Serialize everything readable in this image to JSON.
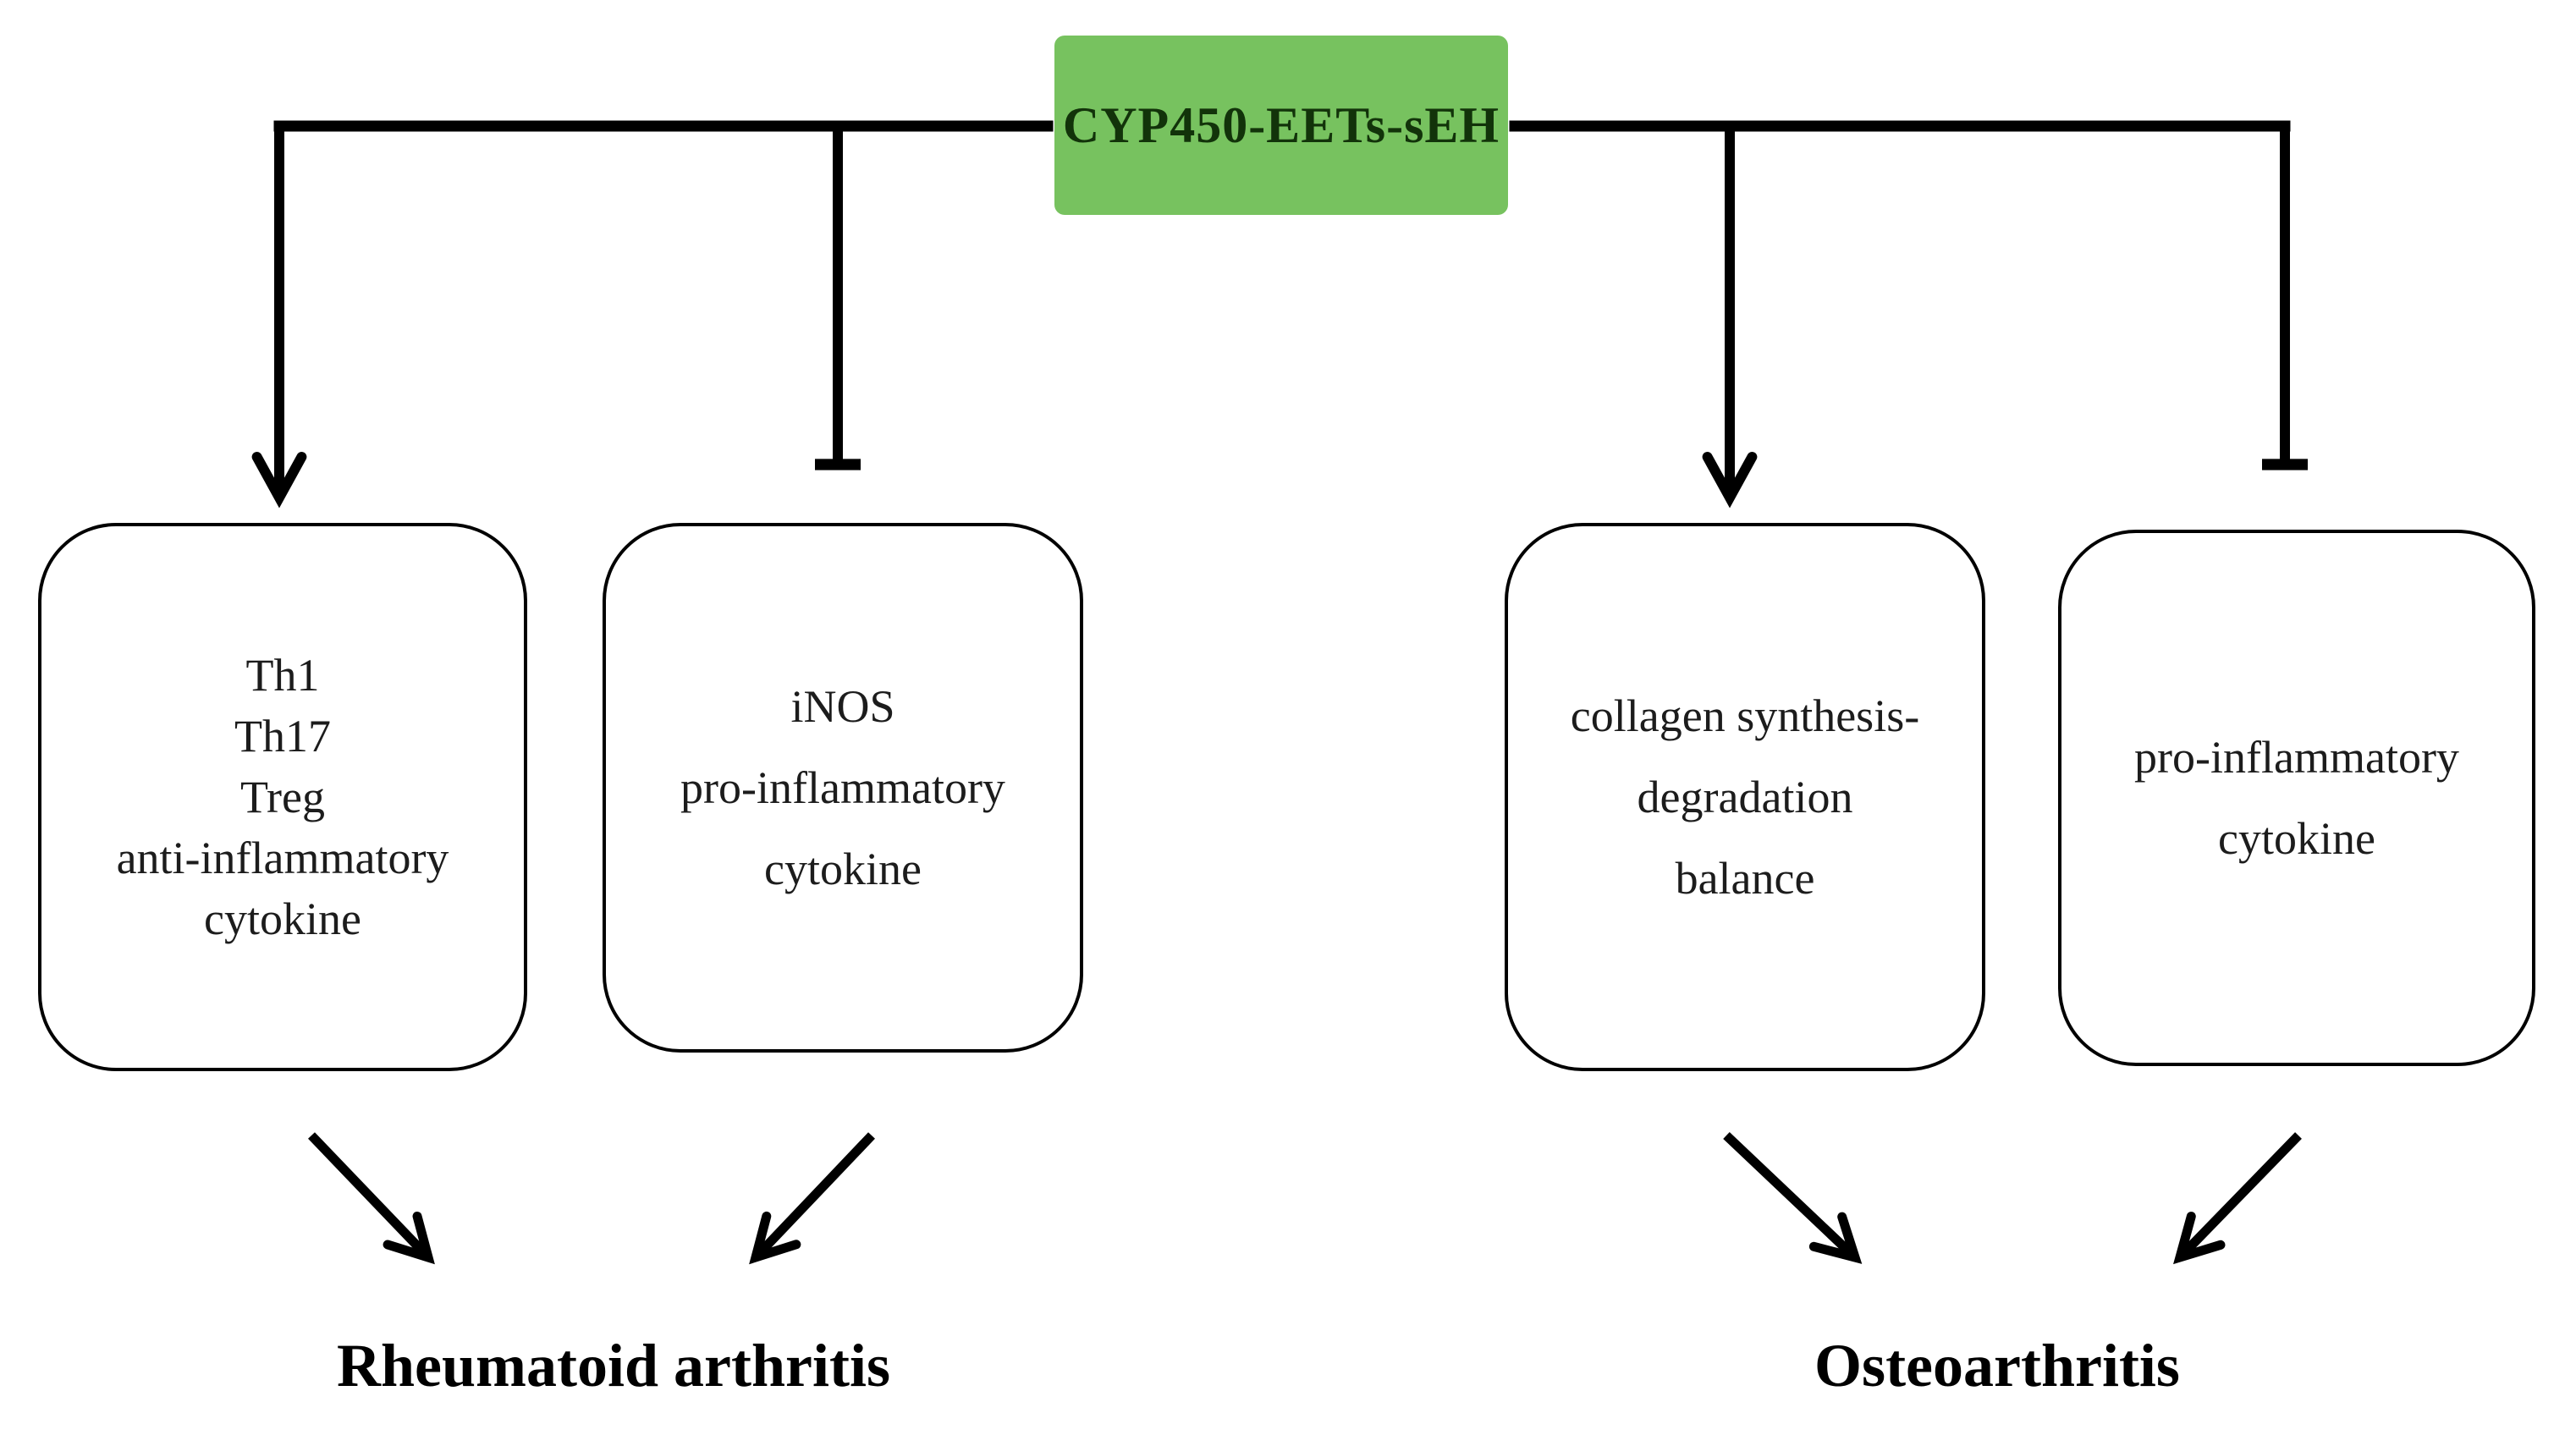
{
  "figure": {
    "type": "pathway-diagram",
    "description": "CYP450-EETs-sEH axis effects on rheumatoid arthritis and osteoarthritis"
  },
  "root": {
    "label": "CYP450-EETs-sEH"
  },
  "branches": [
    {
      "id": "immune-cells",
      "connector": "arrow",
      "lines": [
        "Th1",
        "Th17",
        "Treg",
        "anti-inflammatory",
        "cytokine"
      ],
      "outcome": "Rheumatoid arthritis"
    },
    {
      "id": "inos-cytokine",
      "connector": "t-bar",
      "lines": [
        "iNOS",
        "pro-inflammatory",
        "cytokine"
      ],
      "outcome": "Rheumatoid arthritis"
    },
    {
      "id": "collagen-balance",
      "connector": "arrow",
      "lines": [
        "collagen synthesis-",
        "degradation",
        "balance"
      ],
      "outcome": "Osteoarthritis"
    },
    {
      "id": "pro-inflammatory-cytokine",
      "connector": "t-bar",
      "lines": [
        "pro-inflammatory",
        "cytokine"
      ],
      "outcome": "Osteoarthritis"
    }
  ],
  "outcomes": [
    {
      "label": "Rheumatoid arthritis"
    },
    {
      "label": "Osteoarthritis"
    }
  ],
  "colors": {
    "root_fill": "#77c25f",
    "root_text": "#12330a",
    "line": "#000000",
    "box_border": "#000000",
    "box_text": "#1c1c1c"
  }
}
